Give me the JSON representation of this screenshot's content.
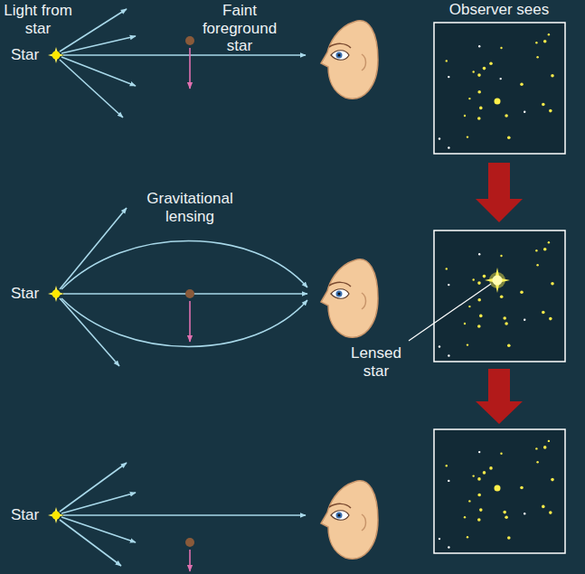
{
  "diagram": {
    "labels": [
      "Light from star",
      "Faint foreground star",
      "Observer sees",
      "Star",
      "Gravitational lensing",
      "Star",
      "Lensed star",
      "Star"
    ]
  }
}
